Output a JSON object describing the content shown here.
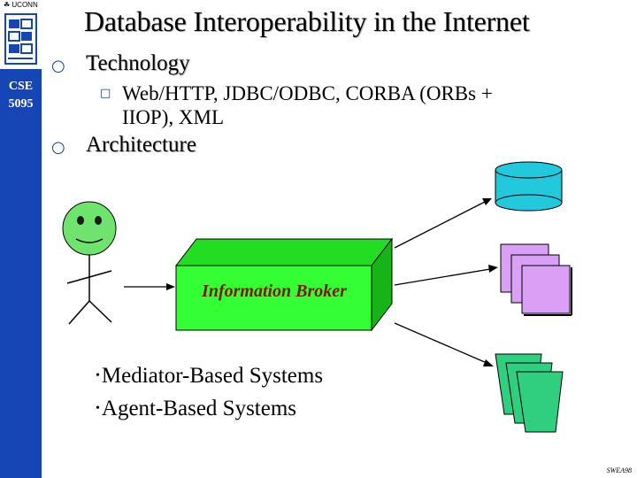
{
  "sidebar": {
    "logo_text": "UCONN",
    "course_line1": "CSE",
    "course_line2": "5095"
  },
  "slide": {
    "title": "Database Interoperability in the Internet",
    "bullets": [
      {
        "text": "Technology"
      },
      {
        "sub_line1": "Web/HTTP, JDBC/ODBC, CORBA (ORBs +",
        "sub_line2": "IIOP), XML"
      },
      {
        "text": "Architecture"
      }
    ],
    "broker_label": "Information Broker",
    "systems": [
      "Mediator-Based Systems",
      "Agent-Based Systems"
    ],
    "footer": "SWEA98"
  },
  "colors": {
    "sidebar": "#1646b6",
    "broker_box": "#33ff33",
    "broker_text": "#7a1a12",
    "database": "#22c9dc",
    "documents": "#d9a0f5",
    "agents": "#2fcf7f",
    "stick_figure_head": "#6ee36e"
  }
}
